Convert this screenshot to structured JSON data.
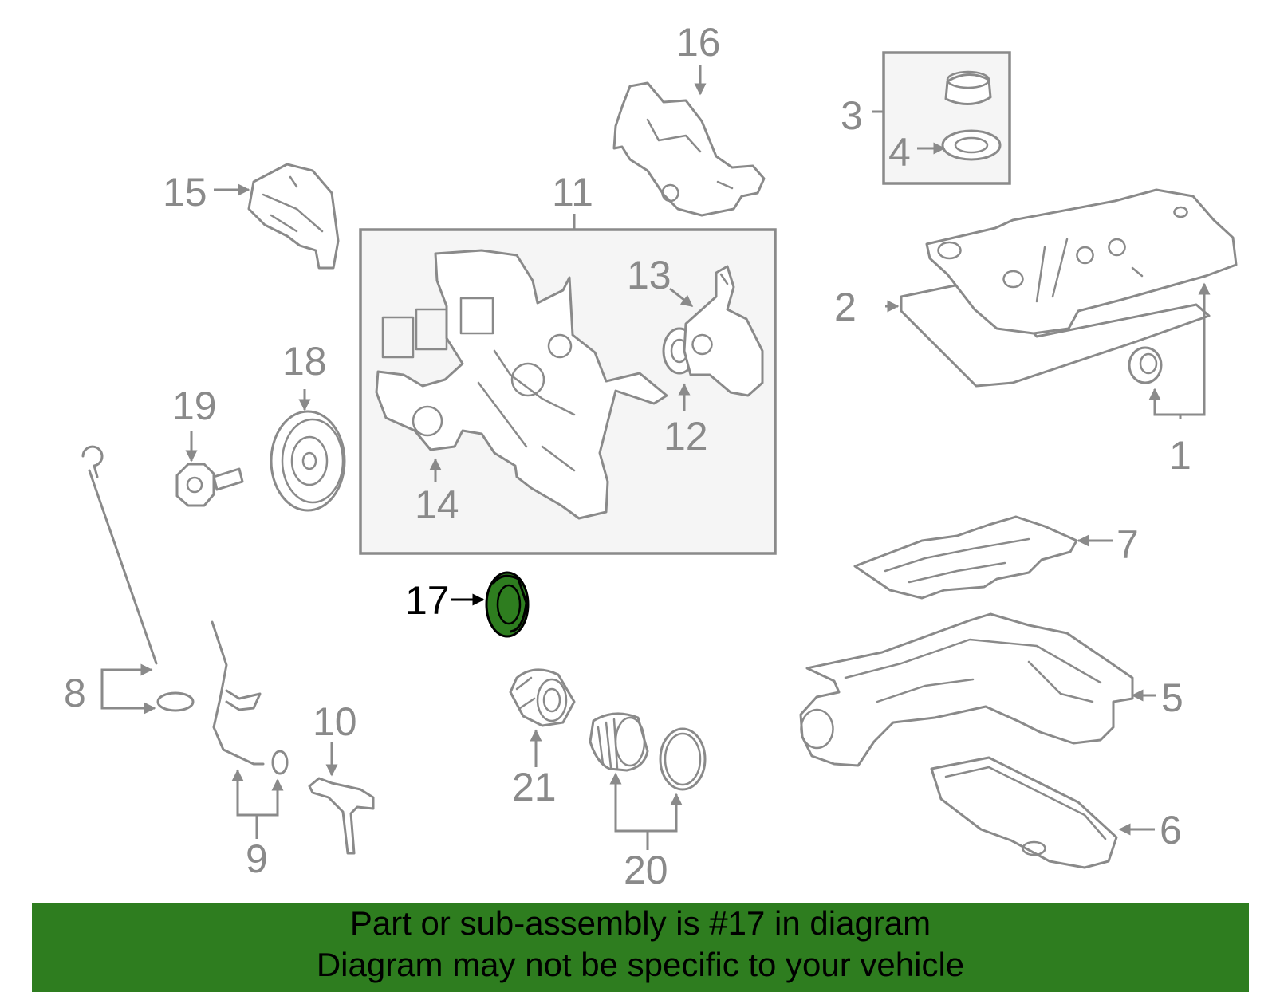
{
  "diagram": {
    "callouts": [
      "1",
      "2",
      "3",
      "4",
      "5",
      "6",
      "7",
      "8",
      "9",
      "10",
      "11",
      "12",
      "13",
      "14",
      "15",
      "16",
      "17",
      "18",
      "19",
      "20",
      "21"
    ],
    "highlighted_part": "17",
    "highlight_color": "#2e7d1f"
  },
  "banner": {
    "line1": "Part or sub-assembly is #17 in diagram",
    "line2": "Diagram may not be specific to your vehicle",
    "background": "#2e7d1f",
    "text_color": "#000000"
  }
}
